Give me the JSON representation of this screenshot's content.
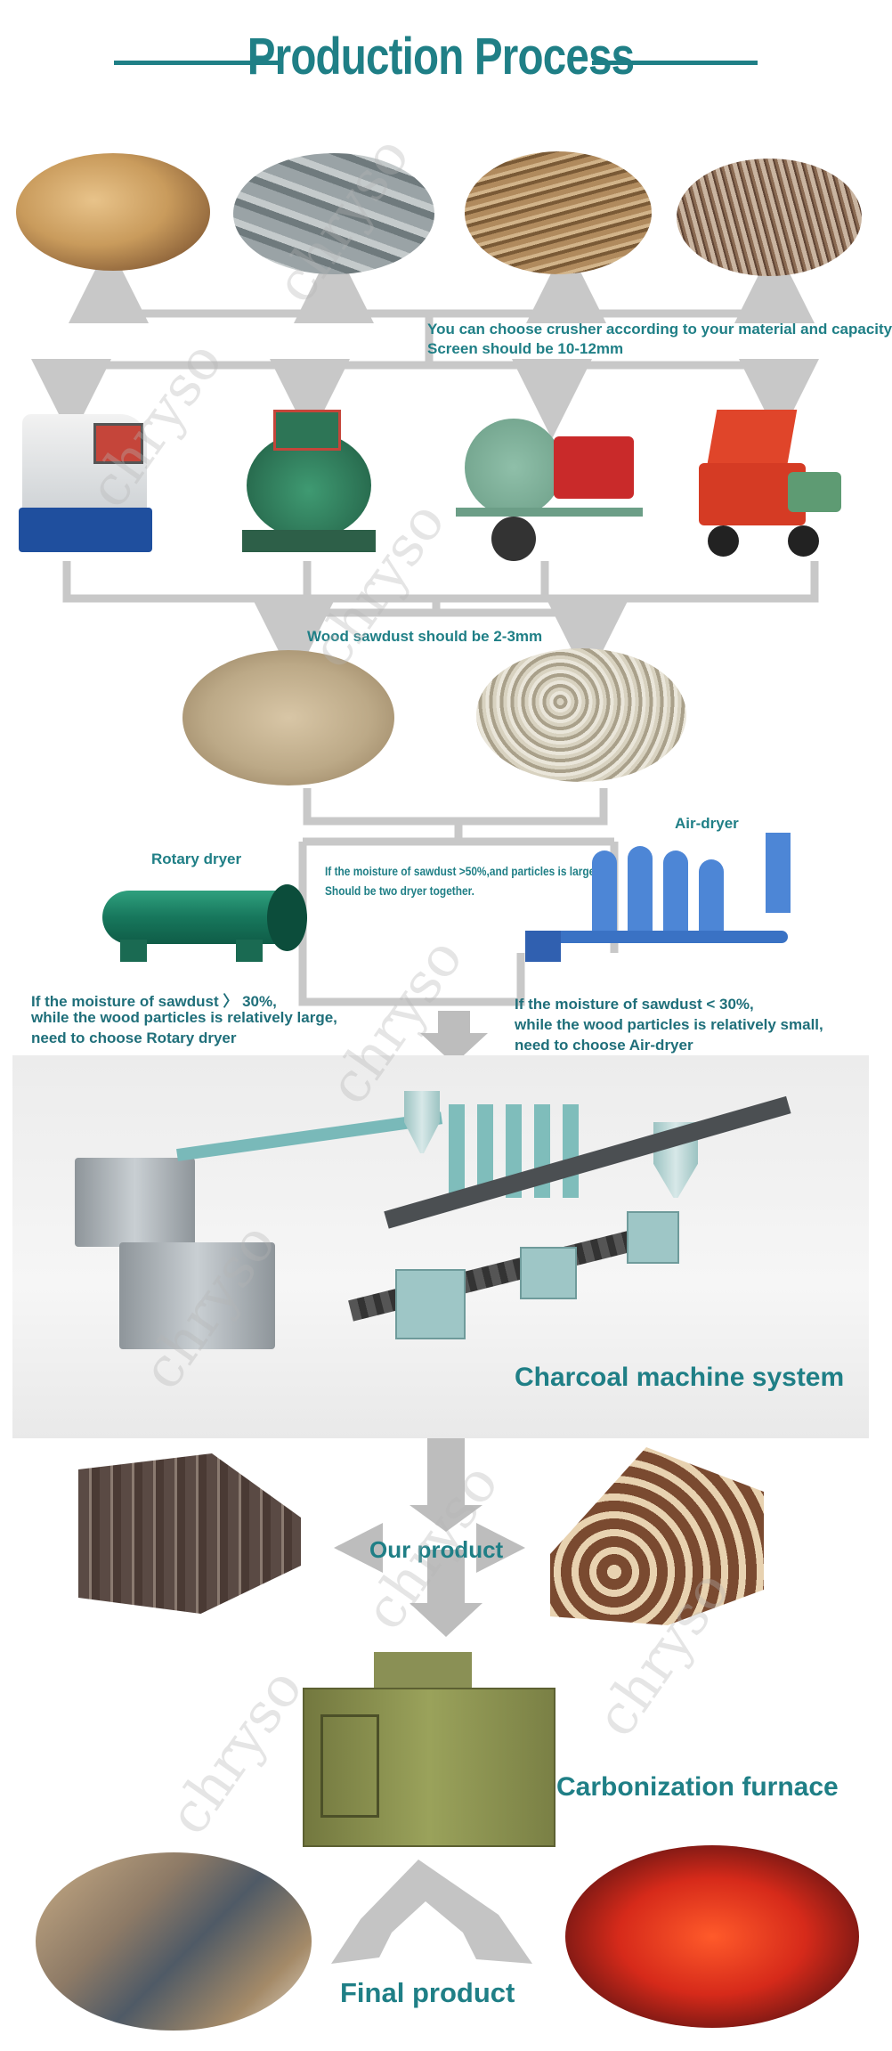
{
  "header": {
    "title": "Production Process"
  },
  "notes": {
    "crusher_line1": "You can choose crusher according to your material and capacity",
    "crusher_line2": "Screen should be 10-12mm",
    "sawdust_size": "Wood sawdust should be 2-3mm",
    "rotary_dryer": "Rotary dryer",
    "air_dryer": "Air-dryer",
    "two_dryers_line1": "If the moisture of sawdust >50%,and particles is large,",
    "two_dryers_line2": "Should be two dryer together.",
    "rotary_cond_line1": "If the moisture of sawdust 〉 30%,",
    "rotary_cond_line2": "while the wood particles is relatively large,",
    "rotary_cond_line3": "need to choose Rotary dryer",
    "air_cond_line1": "If the moisture of sawdust < 30%,",
    "air_cond_line2": "while the wood particles is relatively small,",
    "air_cond_line3": "need to choose Air-dryer"
  },
  "labels": {
    "charcoal_system": "Charcoal machine system",
    "our_product": "Our product",
    "carbonization": "Carbonization furnace",
    "final_product": "Final product"
  },
  "watermark": "chryso",
  "colors": {
    "teal": "#1f7f86",
    "connector": "#c8c8c8",
    "arrow": "#b9b9b9"
  }
}
